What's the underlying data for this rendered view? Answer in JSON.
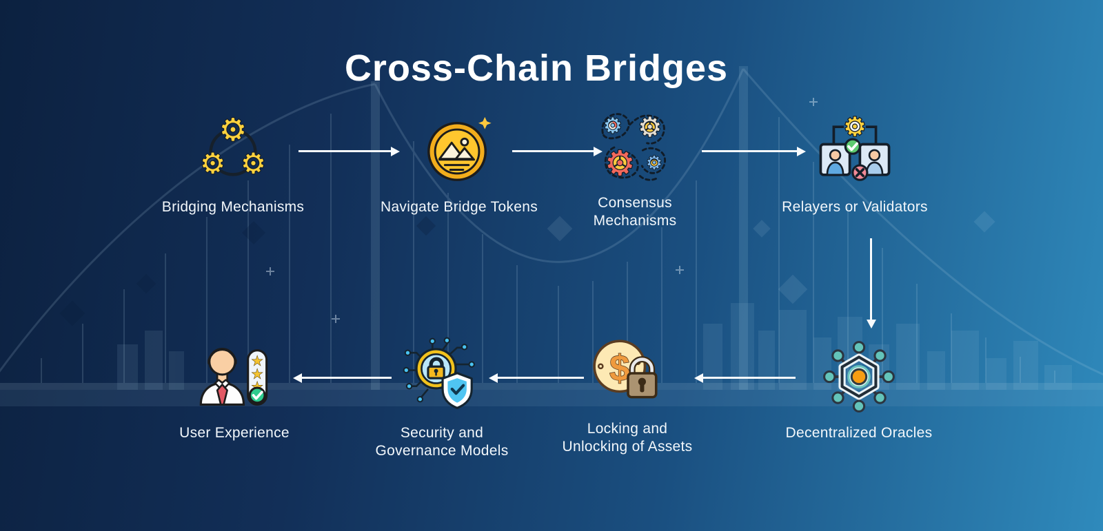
{
  "title": "Cross-Chain Bridges",
  "nodes": [
    {
      "id": "bridging-mechanisms",
      "label": "Bridging Mechanisms",
      "icon": "linked-gears-icon"
    },
    {
      "id": "navigate-bridge-tokens",
      "label": "Navigate Bridge Tokens",
      "icon": "bridge-coin-icon"
    },
    {
      "id": "consensus-mechanisms",
      "label": "Consensus\nMechanisms",
      "icon": "consensus-gears-icon"
    },
    {
      "id": "relayers-or-validators",
      "label": "Relayers or Validators",
      "icon": "relayers-validators-icon"
    },
    {
      "id": "decentralized-oracles",
      "label": "Decentralized Oracles",
      "icon": "oracle-network-icon"
    },
    {
      "id": "locking-unlocking-assets",
      "label": "Locking and\nUnlocking of Assets",
      "icon": "coin-padlock-icon"
    },
    {
      "id": "security-governance-models",
      "label": "Security and\nGovernance Models",
      "icon": "security-shield-icon"
    },
    {
      "id": "user-experience",
      "label": "User Experience",
      "icon": "user-rating-icon"
    }
  ],
  "arrows": [
    {
      "from": "Bridging Mechanisms",
      "to": "Navigate Bridge Tokens",
      "direction": "right"
    },
    {
      "from": "Navigate Bridge Tokens",
      "to": "Consensus Mechanisms",
      "direction": "right"
    },
    {
      "from": "Consensus Mechanisms",
      "to": "Relayers or Validators",
      "direction": "right"
    },
    {
      "from": "Relayers or Validators",
      "to": "Decentralized Oracles",
      "direction": "down"
    },
    {
      "from": "Decentralized Oracles",
      "to": "Locking and Unlocking of Assets",
      "direction": "left"
    },
    {
      "from": "Locking and Unlocking of Assets",
      "to": "Security and Governance Models",
      "direction": "left"
    },
    {
      "from": "Security and Governance Models",
      "to": "User Experience",
      "direction": "left"
    }
  ],
  "colors": {
    "bg_gradient_start": "#0c2140",
    "bg_gradient_end": "#2f8abc",
    "title_text": "#ffffff",
    "label_text": "#f2f7fb",
    "arrow": "#f8fbfd",
    "accent_gold": "#ffd23e",
    "accent_orange": "#f79d12",
    "accent_teal": "#63c4ba",
    "accent_red": "#f2695c",
    "accent_green": "#3ecb8e",
    "accent_blue": "#4fc5f2"
  }
}
